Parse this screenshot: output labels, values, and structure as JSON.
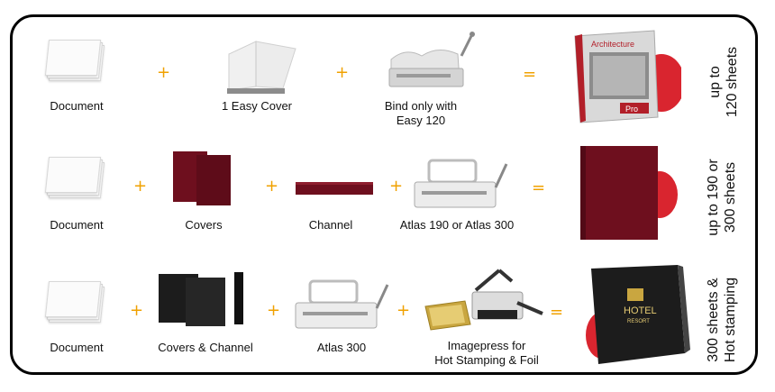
{
  "rows": [
    {
      "items": [
        {
          "label": "Document",
          "icon": "document-icon"
        },
        {
          "label": "1 Easy Cover",
          "icon": "easy-cover-icon"
        },
        {
          "label": "Bind only with\nEasy 120",
          "icon": "easy-120-binder-icon"
        }
      ],
      "result_icon": "bound-book-architecture-icon",
      "result_label": "up to\n120 sheets"
    },
    {
      "items": [
        {
          "label": "Document",
          "icon": "document-icon"
        },
        {
          "label": "Covers",
          "icon": "burgundy-covers-icon"
        },
        {
          "label": "Channel",
          "icon": "burgundy-channel-icon"
        },
        {
          "label": "Atlas 190 or Atlas 300",
          "icon": "atlas-binder-icon"
        }
      ],
      "result_icon": "bound-book-burgundy-icon",
      "result_label": "up to 190 or\n300 sheets"
    },
    {
      "items": [
        {
          "label": "Document",
          "icon": "document-icon"
        },
        {
          "label": "Covers & Channel",
          "icon": "black-covers-channel-icon"
        },
        {
          "label": "Atlas 300",
          "icon": "atlas-300-binder-icon"
        },
        {
          "label": "Imagepress for\nHot Stamping & Foil",
          "icon": "imagepress-icon"
        }
      ],
      "result_icon": "bound-book-hotel-icon",
      "result_label": "300 sheets &\nHot stamping"
    }
  ],
  "operators": {
    "plus": "+",
    "equals": "="
  },
  "book_texts": {
    "architecture_title": "Architecture",
    "architecture_badge": "Pro",
    "hotel_title": "HOTEL",
    "hotel_sub": "RESORT"
  },
  "colors": {
    "accent": "#f0a100",
    "burgundy": "#6e0f1e",
    "red_disc": "#d9252f",
    "black_cover": "#1c1c1c"
  }
}
